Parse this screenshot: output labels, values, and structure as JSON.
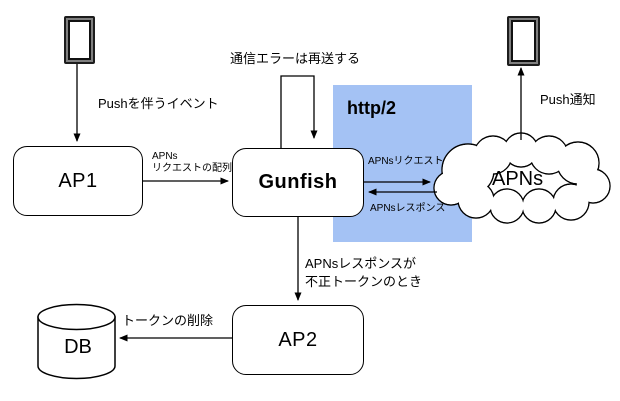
{
  "diagram": {
    "nodes": {
      "ap1": {
        "label": "AP1"
      },
      "gunfish": {
        "label": "Gunfish"
      },
      "ap2": {
        "label": "AP2"
      },
      "db": {
        "label": "DB"
      },
      "apns_cloud": {
        "label": "APNs"
      }
    },
    "region": {
      "http2_label": "http/2"
    },
    "edge_labels": {
      "push_event": "Pushを伴うイベント",
      "apns_request_array_line1": "APNs",
      "apns_request_array_line2": "リクエストの配列",
      "retry_on_error": "通信エラーは再送する",
      "apns_request": "APNsリクエスト",
      "apns_response": "APNsレスポンス",
      "push_notification": "Push通知",
      "invalid_token_line1": "APNsレスポンスが",
      "invalid_token_line2": "不正トークンのとき",
      "delete_token": "トークンの削除"
    },
    "colors": {
      "http2_bg": "#a4c2f4",
      "phone_body": "#7f7f7f",
      "stroke": "#000000"
    }
  }
}
